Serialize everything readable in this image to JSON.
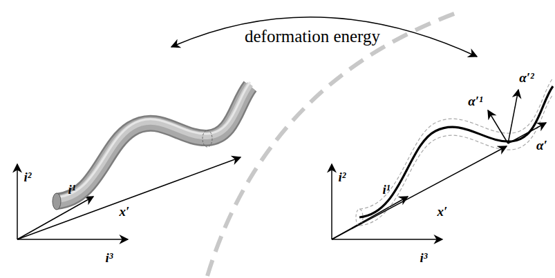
{
  "diagram": {
    "labels": [
      "deformation energy",
      "i²",
      "i¹",
      "x′",
      "i³",
      "i²",
      "i¹",
      "x′",
      "i³",
      "α′¹",
      "α′²",
      "α′"
    ]
  }
}
